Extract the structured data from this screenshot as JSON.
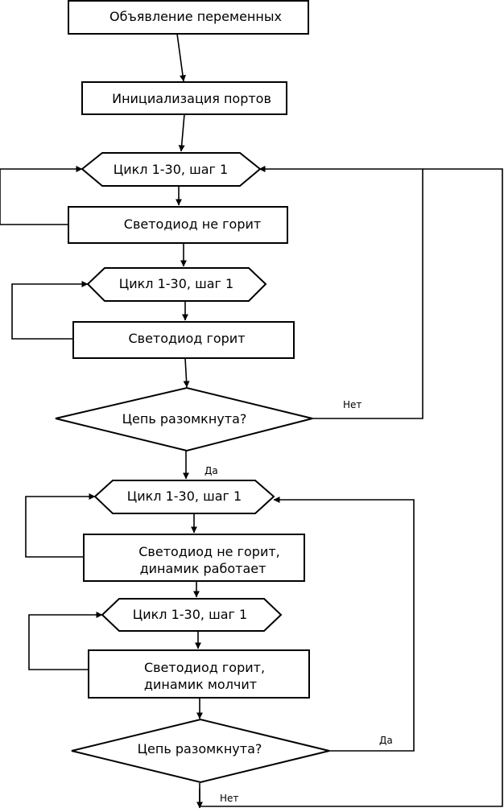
{
  "diagram": {
    "nodes": {
      "declare_vars": "Объявление переменных",
      "init_ports": "Инициализация портов",
      "loop1": "Цикл 1-30, шаг 1",
      "led_off1": "Светодиод не горит",
      "loop2": "Цикл 1-30, шаг 1",
      "led_on1": "Светодиод горит",
      "decision1": "Цепь разомкнута?",
      "loop3": "Цикл 1-30, шаг 1",
      "led_off_speaker_on_line1": "Светодиод не горит,",
      "led_off_speaker_on_line2": "динамик работает",
      "loop4": "Цикл 1-30, шаг 1",
      "led_on_speaker_off_line1": "Светодиод горит,",
      "led_on_speaker_off_line2": "динамик молчит",
      "decision2": "Цепь разомкнута?"
    },
    "edge_labels": {
      "d1_no": "Нет",
      "d1_yes": "Да",
      "d2_yes": "Да",
      "d2_no": "Нет"
    }
  }
}
